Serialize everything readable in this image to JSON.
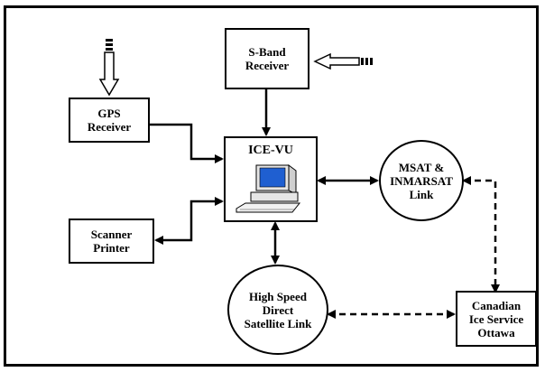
{
  "diagram": {
    "nodes": {
      "gps": "GPS\nReceiver",
      "sband": "S-Band\nReceiver",
      "icevu": "ICE-VU",
      "msat": "MSAT &\nINMARSAT\nLink",
      "scanner": "Scanner\nPrinter",
      "highspeed": "High Speed\nDirect\nSatellite Link",
      "canadian": "Canadian\nIce Service\nOttawa"
    },
    "links": [
      {
        "from": "gps",
        "to": "icevu",
        "style": "solid",
        "direction": "to"
      },
      {
        "from": "sband",
        "to": "icevu",
        "style": "solid",
        "direction": "to"
      },
      {
        "from": "icevu",
        "to": "msat",
        "style": "solid",
        "direction": "both"
      },
      {
        "from": "icevu",
        "to": "scanner",
        "style": "solid",
        "direction": "to"
      },
      {
        "from": "icevu",
        "to": "highspeed",
        "style": "solid",
        "direction": "both"
      },
      {
        "from": "msat",
        "to": "canadian",
        "style": "dashed",
        "direction": "both"
      },
      {
        "from": "highspeed",
        "to": "canadian",
        "style": "dashed",
        "direction": "both"
      }
    ],
    "icons": [
      "antenna-signal-icon",
      "computer-icon"
    ],
    "colors": {
      "line": "#000000",
      "screen": "#1f5fd1",
      "background": "#ffffff"
    }
  }
}
